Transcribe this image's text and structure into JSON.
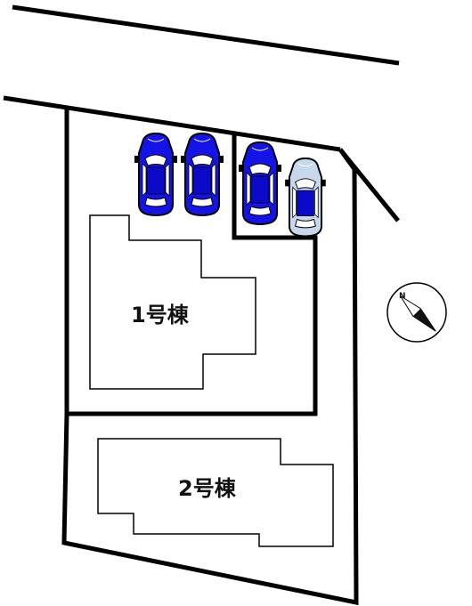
{
  "buildings": [
    {
      "label": "1号棟"
    },
    {
      "label": "2号棟"
    }
  ],
  "parking": {
    "cars": [
      {
        "color": "#1414e6"
      },
      {
        "color": "#1414e6"
      },
      {
        "color": "#1414e6"
      },
      {
        "color": "#c8d8ec"
      }
    ]
  },
  "compass": {
    "label": "N"
  }
}
